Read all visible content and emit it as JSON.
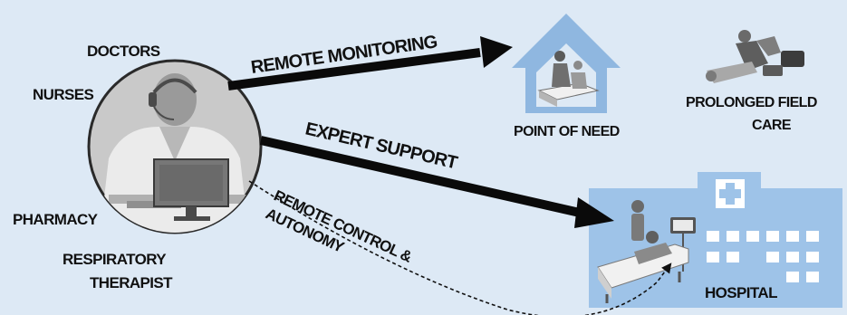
{
  "colors": {
    "background": "#dde9f5",
    "arrow": "#0a0a0a",
    "house_blue": "#8fb7e0",
    "hospital_blue": "#9ec3e8",
    "hospital_blue_light": "#c3dbf2",
    "circle_fill": "#c9c9c9",
    "figure_gray": "#9a9a9a"
  },
  "care_team": {
    "doctors": "DOCTORS",
    "nurses": "NURSES",
    "pharmacy": "PHARMACY",
    "respiratory_line1": "RESPIRATORY",
    "respiratory_line2": "THERAPIST"
  },
  "arrows": {
    "remote_monitoring": "REMOTE MONITORING",
    "expert_support": "EXPERT SUPPORT",
    "remote_control_line1": "REMOTE CONTROL &",
    "remote_control_line2": "AUTONOMY"
  },
  "destinations": {
    "point_of_need": "POINT OF NEED",
    "prolonged_line1": "PROLONGED FIELD",
    "prolonged_line2": "CARE",
    "hospital": "HOSPITAL"
  },
  "icons": {
    "clinician": "clinician-with-headset-icon",
    "home": "home-care-icon",
    "field": "field-medic-icon",
    "hospital": "hospital-building-icon"
  }
}
